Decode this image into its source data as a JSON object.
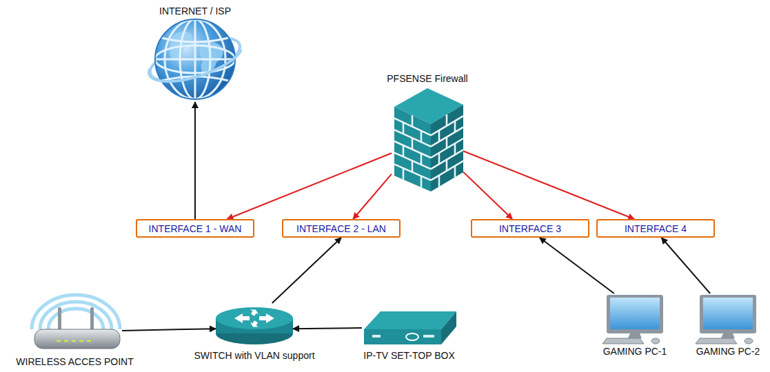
{
  "diagram": {
    "nodes": [
      {
        "text": [
          "INTERNET / ISP"
        ]
      },
      {
        "text": [
          "PFSENSE Firewall"
        ]
      },
      {
        "text": [
          "INTERFACE 1 - WAN"
        ]
      },
      {
        "text": [
          "INTERFACE 2 - LAN"
        ]
      },
      {
        "text": [
          "INTERFACE 3"
        ]
      },
      {
        "text": [
          "INTERFACE 4"
        ]
      },
      {
        "text": [
          "WIRELESS ACCES POINT"
        ]
      },
      {
        "text": [
          "SWITCH with VLAN support"
        ]
      },
      {
        "text": [
          "IP-TV SET-TOP BOX"
        ]
      },
      {
        "text": [
          "GAMING PC-1"
        ]
      },
      {
        "text": [
          "GAMING PC-2"
        ]
      }
    ],
    "edges": [
      {
        "from": 2,
        "to": 0,
        "arrow": "to"
      },
      {
        "from": 1,
        "to": 2,
        "arrow": "to"
      },
      {
        "from": 1,
        "to": 3,
        "arrow": "to"
      },
      {
        "from": 1,
        "to": 4,
        "arrow": "to"
      },
      {
        "from": 1,
        "to": 5,
        "arrow": "to"
      },
      {
        "from": 7,
        "to": 3,
        "arrow": "to"
      },
      {
        "from": 6,
        "to": 7,
        "arrow": "to"
      },
      {
        "from": 8,
        "to": 7,
        "arrow": "to"
      },
      {
        "from": 9,
        "to": 4,
        "arrow": "to"
      },
      {
        "from": 10,
        "to": 5,
        "arrow": "to"
      }
    ]
  }
}
